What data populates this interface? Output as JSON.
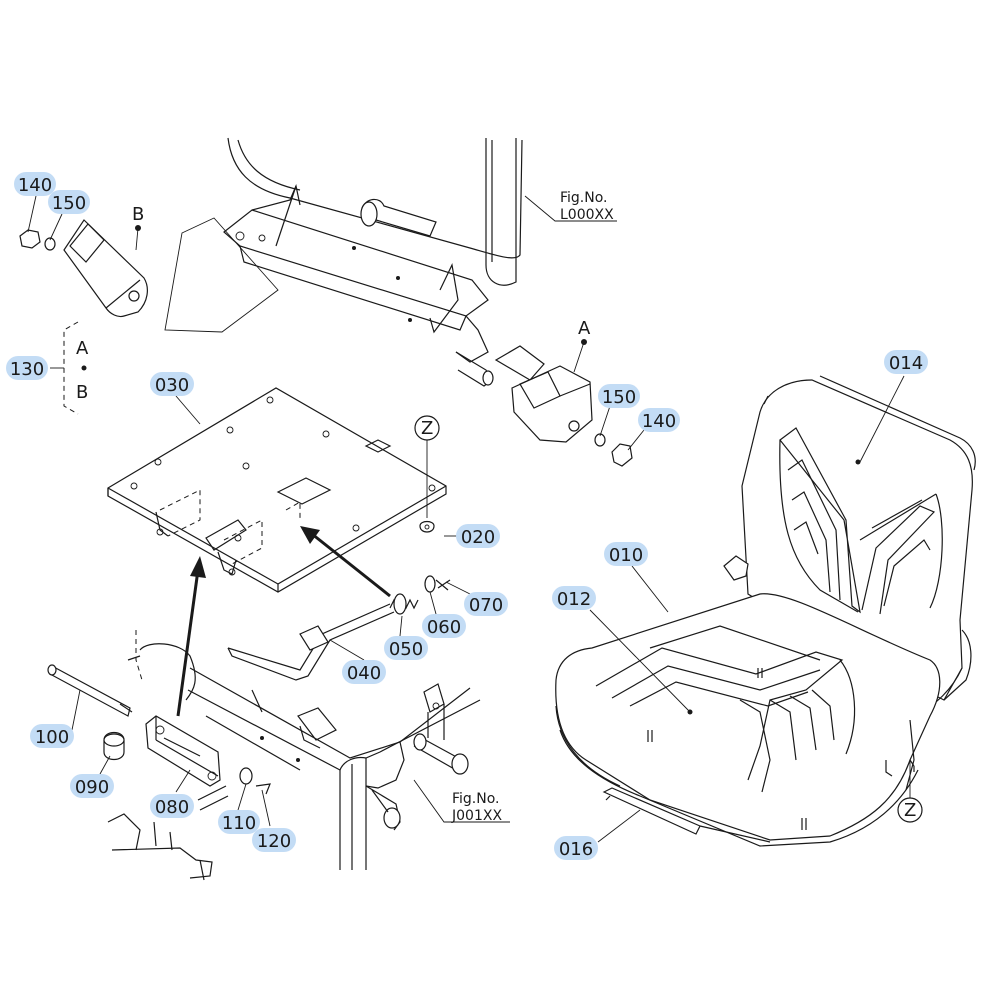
{
  "callouts": {
    "p010": "010",
    "p012": "012",
    "p014": "014",
    "p016": "016",
    "p020": "020",
    "p030": "030",
    "p040": "040",
    "p050": "050",
    "p060": "060",
    "p070": "070",
    "p080": "080",
    "p090": "090",
    "p100": "100",
    "p110": "110",
    "p120": "120",
    "p130": "130",
    "p140a": "140",
    "p150a": "150",
    "p140b": "140",
    "p150b": "150"
  },
  "labels": {
    "a": "A",
    "b": "B",
    "group_a": "A",
    "group_b": "B",
    "z_top": "Z",
    "z_bottom": "Z"
  },
  "refs": {
    "top_fig": "Fig.No.",
    "top_code": "L000XX",
    "bottom_fig": "Fig.No.",
    "bottom_code": "J001XX"
  },
  "colors": {
    "callout_highlight": "#c3dcf5",
    "line": "#1a1a1a"
  }
}
